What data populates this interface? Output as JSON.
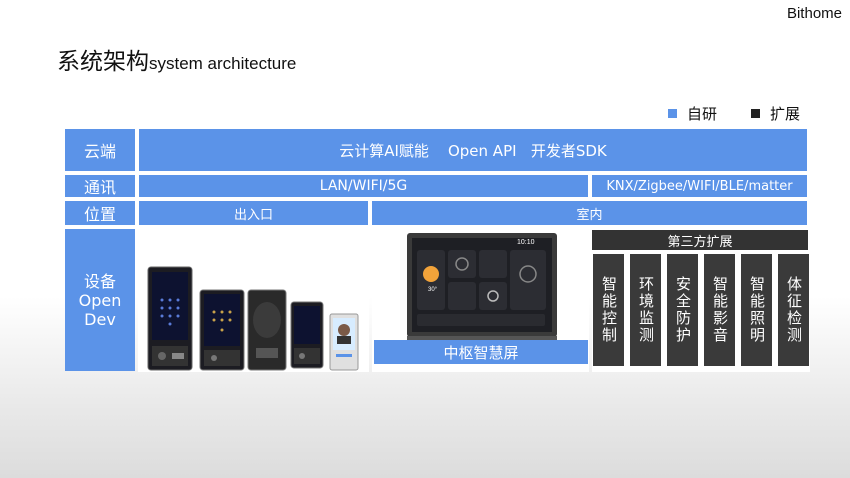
{
  "brand": "Bithome",
  "title": {
    "zh": "系统架构",
    "en": "system architecture"
  },
  "legend": [
    {
      "label": "自研",
      "color": "#5b93e8"
    },
    {
      "label": "扩展",
      "color": "#222222"
    }
  ],
  "rows": {
    "cloud": {
      "label": "云端",
      "content": "云计算AI赋能    Open API   开发者SDK"
    },
    "comm": {
      "label": "通讯",
      "left": "LAN/WIFI/5G",
      "right": "KNX/Zigbee/WIFI/BLE/matter"
    },
    "location": {
      "label": "位置",
      "left": "出入口",
      "right": "室内"
    },
    "device": {
      "label_line1": "设备",
      "label_line2": "Open",
      "label_line3": "Dev"
    }
  },
  "panel": {
    "label": "中枢智慧屏",
    "time": "10:10",
    "temp": "30°"
  },
  "extension": {
    "title": "第三方扩展",
    "items": [
      "智能控制",
      "环境监测",
      "安全防护",
      "智能影音",
      "智能照明",
      "体征检测"
    ]
  }
}
